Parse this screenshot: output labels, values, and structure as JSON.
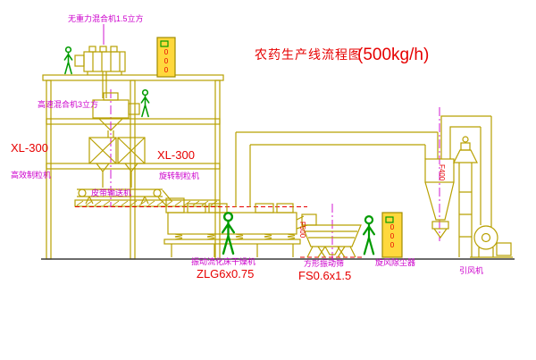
{
  "title": {
    "name_cn": "农药生产线流程图",
    "capacity": "(500kg/h)"
  },
  "labels": {
    "top_mixer": "无重力混合机1.5立方",
    "high_speed_mixer": "高速混合机3立方",
    "granulator_left_model": "XL-300",
    "granulator_left_name": "高效制粒机",
    "granulator_mid_model": "XL-300",
    "granulator_mid_name": "旋转制粒机",
    "belt_conveyor": "皮带输送机",
    "dryer_name": "振动流化床干燥机",
    "dryer_model": "ZLG6x0.75",
    "screen_name": "方形振动筛",
    "screen_model": "FS0.6x1.5",
    "cyclone_name": "旋风除尘器",
    "fan_name": "引风机",
    "control_panel_1": "000",
    "control_panel_2": "000",
    "duct_label_cyclone": "F400",
    "duct_label_screen": "F500"
  },
  "colors": {
    "line_yellow": "#b8a000",
    "machine_fill": "#ffd83d",
    "green": "#009b00",
    "magenta": "#cc00cc",
    "red": "#e60000",
    "ground": "#3a3a3a",
    "background": "#ffffff"
  }
}
